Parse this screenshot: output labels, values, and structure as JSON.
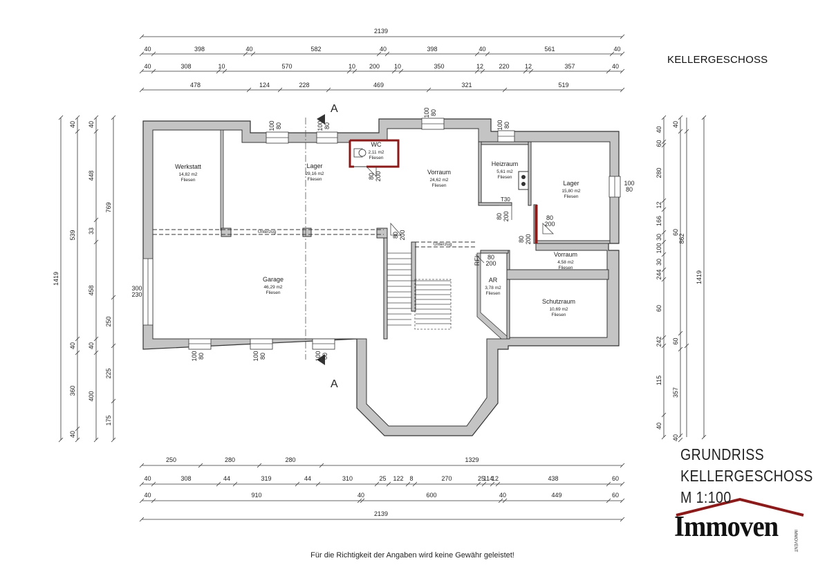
{
  "titles": {
    "sheet_title": "KELLERGESCHOSS",
    "block_line1": "GRUNDRISS",
    "block_line2": "KELLERGESCHOSS",
    "block_line3": "M 1:100",
    "disclaimer": "Für die Richtigkeit der Angaben wird keine Gewähr geleistet!"
  },
  "logo": {
    "name": "Immoven",
    "small": "IMMOVENT",
    "roof_color": "#8b1a1a"
  },
  "section_marks": {
    "top": "A",
    "bottom": "A"
  },
  "rooms": [
    {
      "id": "werkstatt",
      "name": "Werkstatt",
      "area": "14,82 m2",
      "floor": "Fliesen"
    },
    {
      "id": "lager1",
      "name": "Lager",
      "area": "29,16 m2",
      "floor": "Fliesen"
    },
    {
      "id": "wc",
      "name": "WC",
      "area": "2,11 m2",
      "floor": "Fliesen"
    },
    {
      "id": "vorraum1",
      "name": "Vorraum",
      "area": "24,62 m2",
      "floor": "Fliesen"
    },
    {
      "id": "heizraum",
      "name": "Heizraum",
      "area": "5,61 m2",
      "floor": "Fliesen"
    },
    {
      "id": "lager2",
      "name": "Lager",
      "area": "15,80 m2",
      "floor": "Fliesen"
    },
    {
      "id": "garage",
      "name": "Garage",
      "area": "46,29 m2",
      "floor": "Fliesen"
    },
    {
      "id": "vorraum2",
      "name": "Vorraum",
      "area": "4,58 m2",
      "floor": "Fliesen"
    },
    {
      "id": "ar",
      "name": "AR",
      "area": "3,78 m2",
      "floor": "Fliesen"
    },
    {
      "id": "schutzraum",
      "name": "Schutzraum",
      "area": "10,69 m2",
      "floor": "Fliesen"
    }
  ],
  "beam_label": "Unterzug",
  "door_label": "T30",
  "dims_top": {
    "row1": [
      "2139"
    ],
    "row2": [
      "40",
      "398",
      "40",
      "582",
      "40",
      "398",
      "40",
      "561",
      "40"
    ],
    "row3": [
      "40",
      "308",
      "10",
      "570",
      "10",
      "200",
      "10",
      "350",
      "12",
      "220",
      "12",
      "357",
      "40"
    ],
    "row4": [
      "478",
      "124",
      "228",
      "469",
      "321",
      "519"
    ]
  },
  "dims_bottom": {
    "row1": [
      "250",
      "280",
      "280",
      "1329"
    ],
    "row2": [
      "40",
      "308",
      "44",
      "319",
      "44",
      "310",
      "25",
      "122",
      "8",
      "270",
      "25",
      "114",
      "12",
      "438",
      "60"
    ],
    "row3": [
      "40",
      "910",
      "40",
      "600",
      "40",
      "449",
      "60"
    ],
    "row4": [
      "2139"
    ]
  },
  "dims_left": {
    "col1": [
      "1419"
    ],
    "col2": [
      "40",
      "539",
      "40",
      "360",
      "40"
    ],
    "col3": [
      "40",
      "448",
      "33",
      "458",
      "40",
      "400"
    ],
    "col4": [
      "769",
      "250",
      "225",
      "175"
    ]
  },
  "dims_right": {
    "col1": [
      "40",
      "60",
      "280",
      "12",
      "166",
      "30",
      "100",
      "30",
      "244",
      "60",
      "242",
      "115",
      "40"
    ],
    "col2": [
      "40",
      "60",
      "60",
      "357",
      "40"
    ],
    "col3": [
      "862"
    ],
    "col4": [
      "1419"
    ]
  },
  "openings": {
    "top_win1": [
      "100",
      "80"
    ],
    "top_win2": [
      "100",
      "80"
    ],
    "top_win3": [
      "100",
      "80"
    ],
    "top_win4": [
      "100",
      "80"
    ],
    "right_win": [
      "100",
      "80"
    ],
    "left_opening": [
      "300",
      "230"
    ],
    "bottom_win1": [
      "100",
      "80"
    ],
    "bottom_win2": [
      "100",
      "80"
    ],
    "bottom_win3": [
      "100",
      "80"
    ],
    "door_wc": [
      "80",
      "200"
    ],
    "door_stair": [
      "80",
      "200"
    ],
    "door_heiz": [
      "80",
      "200"
    ],
    "door_lager": [
      "80",
      "200"
    ],
    "door_vor2": [
      "80",
      "200"
    ],
    "door_ar": [
      "80",
      "200"
    ],
    "door_ar_side": "RFI"
  }
}
